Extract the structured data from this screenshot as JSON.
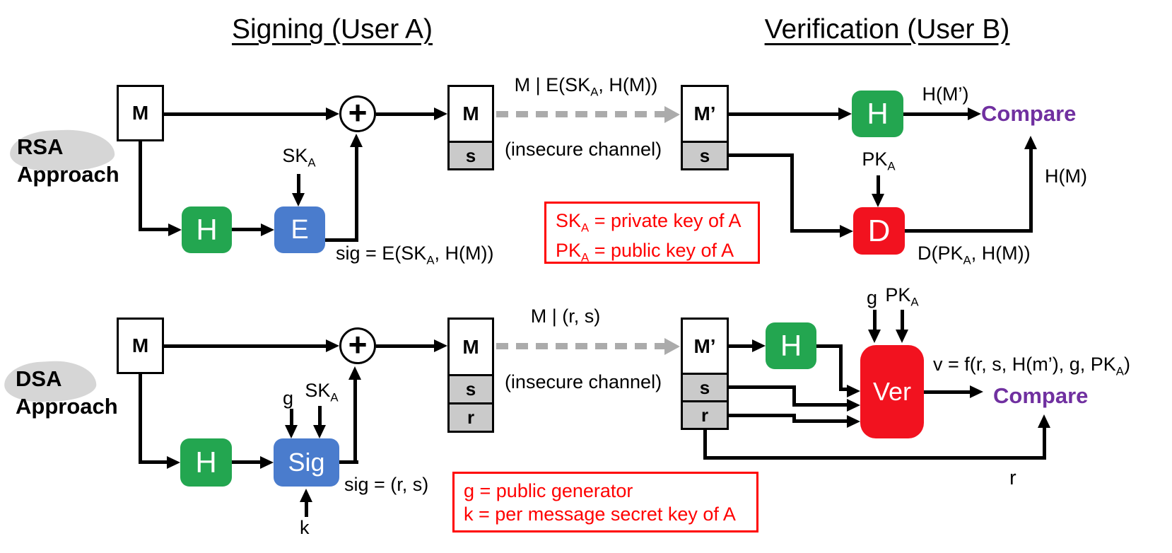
{
  "titles": {
    "signing": "Signing (User A)",
    "verification": "Verification (User B)"
  },
  "colors": {
    "hash_green": "#23A650",
    "sign_blue": "#4A7CCD",
    "verify_red": "#F2121F",
    "legend_red": "#FF0000",
    "compare_purple": "#7030A0",
    "segment_gray": "#CACACA",
    "dashed_channel_gray": "#ABABAB",
    "highlight_gray": "#D6D6D6"
  },
  "rsa": {
    "section_label": {
      "line1": "RSA",
      "line2": "Approach"
    },
    "message_box": "M",
    "combine_symbol": "+",
    "hash_box": "H",
    "encrypt_box": "E",
    "sk_input": {
      "base": "SK",
      "sub": "A"
    },
    "sig_formula": {
      "base": "sig = E(SK",
      "sub": "A",
      "rest": ", H(M))"
    },
    "sender_stack": {
      "m": "M",
      "s": "s"
    },
    "transit_label": {
      "base": "M | E(SK",
      "sub": "A",
      "rest": ", H(M))"
    },
    "channel_label": "(insecure channel)",
    "receiver_stack": {
      "m": "M’",
      "s": "s"
    },
    "verify_hash_box": "H",
    "hash_output_label": "H(M’)",
    "compare_label": "Compare",
    "pk_input": {
      "base": "PK",
      "sub": "A"
    },
    "decrypt_box": "D",
    "decrypt_output_label": {
      "base": "D(PK",
      "sub": "A",
      "rest": ", H(M))"
    },
    "hm_label": "H(M)",
    "legend": {
      "line1": {
        "base": "SK",
        "sub": "A",
        "rest": " = private key of A"
      },
      "line2": {
        "base": "PK",
        "sub": "A",
        "rest": " = public key of A"
      }
    }
  },
  "dsa": {
    "section_label": {
      "line1": "DSA",
      "line2": "Approach"
    },
    "message_box": "M",
    "combine_symbol": "+",
    "hash_box": "H",
    "sign_box": "Sig",
    "g_input": "g",
    "sk_input": {
      "base": "SK",
      "sub": "A"
    },
    "k_input": "k",
    "sig_formula": "sig = (r, s)",
    "sender_stack": {
      "m": "M",
      "s": "s",
      "r": "r"
    },
    "transit_label": "M | (r, s)",
    "channel_label": "(insecure channel)",
    "receiver_stack": {
      "m": "M’",
      "s": "s",
      "r": "r"
    },
    "verify_hash_box": "H",
    "verify_box": "Ver",
    "g_input2": "g",
    "pk_input": {
      "base": "PK",
      "sub": "A"
    },
    "v_formula": {
      "base": "v = f(r, s, H(m’), g, PK",
      "sub": "A",
      "rest": ")"
    },
    "compare_label": "Compare",
    "r_feedback_label": "r",
    "legend": {
      "line1": "g = public generator",
      "line2": "k = per message secret key of A"
    }
  }
}
